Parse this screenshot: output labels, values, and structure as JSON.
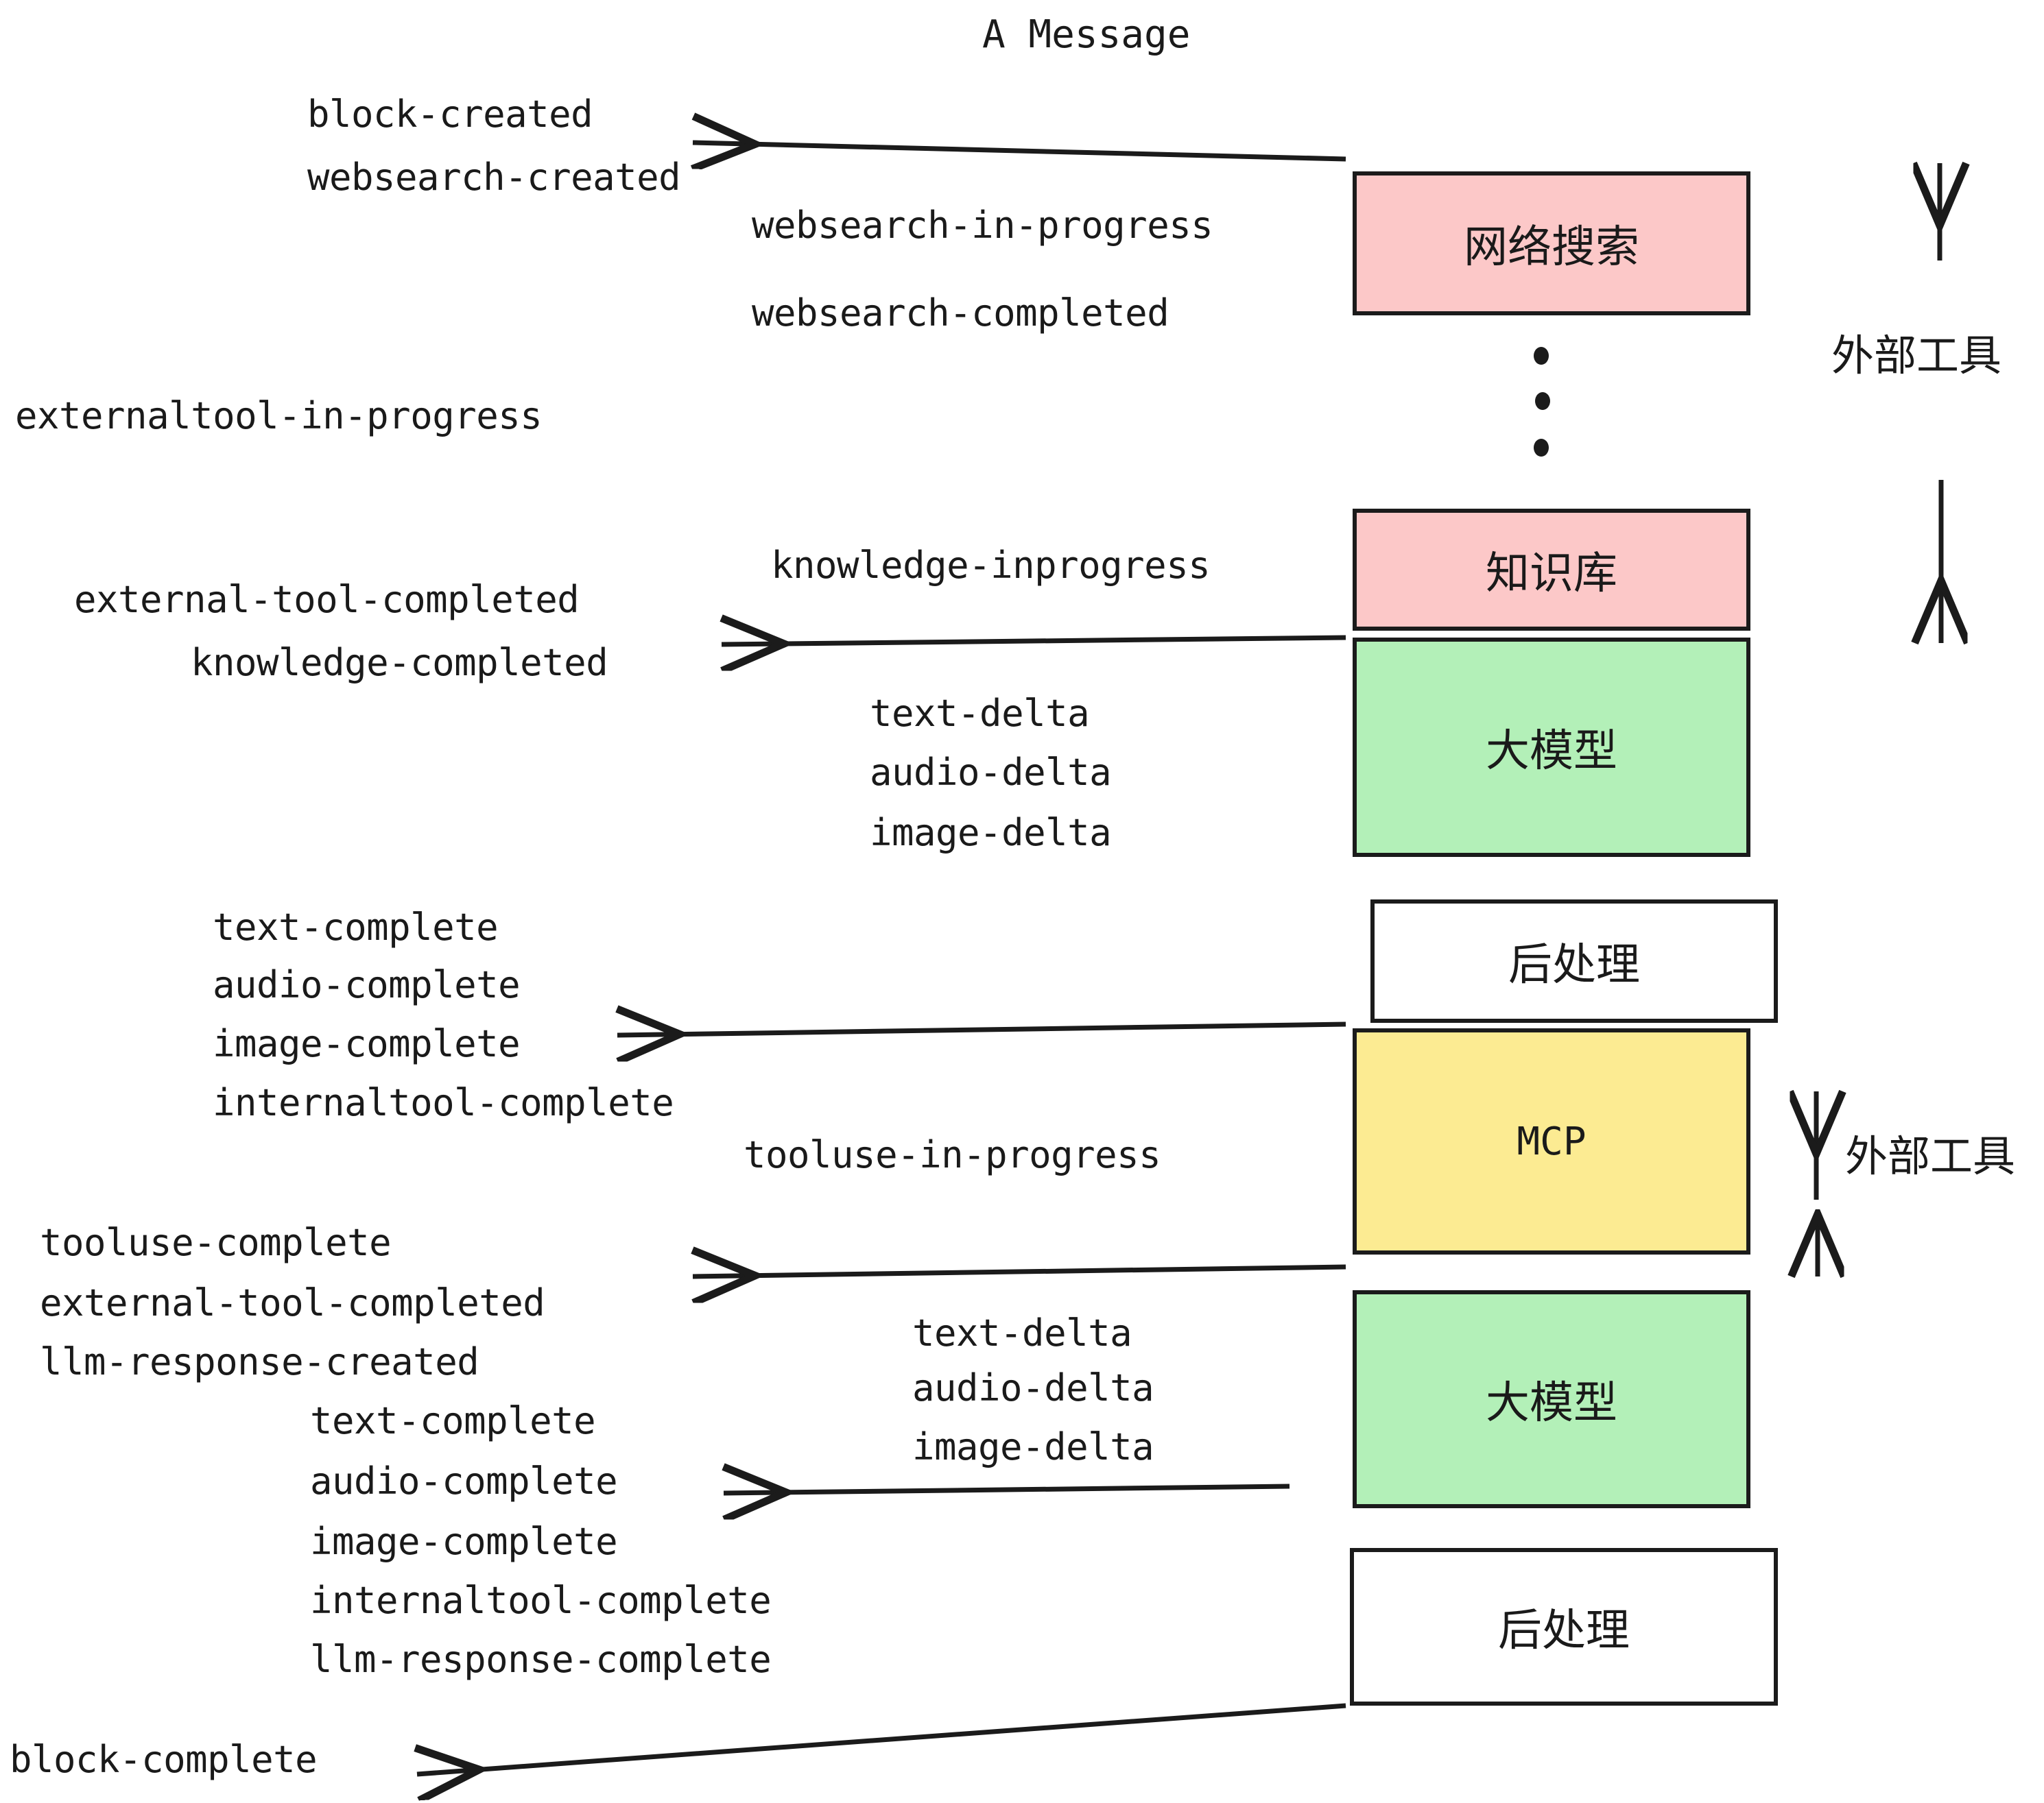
{
  "title": "A Message",
  "colors": {
    "pink": "#FCC8C8",
    "green": "#B3F0B8",
    "yellow": "#FCEB92",
    "white": "#FFFFFF",
    "stroke": "#1b1b1b",
    "text": "#1a1a1a"
  },
  "boxes": [
    {
      "label": "网络搜索",
      "fill": "pink"
    },
    {
      "label": "知识库",
      "fill": "pink"
    },
    {
      "label": "大模型",
      "fill": "green"
    },
    {
      "label": "后处理",
      "fill": "white"
    },
    {
      "label": "MCP",
      "fill": "yellow"
    },
    {
      "label": "大模型",
      "fill": "green"
    },
    {
      "label": "后处理",
      "fill": "white"
    }
  ],
  "side_labels": [
    {
      "text": "外部工具"
    },
    {
      "text": "外部工具"
    }
  ],
  "events": [
    {
      "text": "block-created"
    },
    {
      "text": "websearch-created"
    },
    {
      "text": "websearch-in-progress"
    },
    {
      "text": "websearch-completed"
    },
    {
      "text": "externaltool-in-progress"
    },
    {
      "text": "knowledge-inprogress"
    },
    {
      "text": "external-tool-completed"
    },
    {
      "text": "knowledge-completed"
    },
    {
      "text": "text-delta"
    },
    {
      "text": "audio-delta"
    },
    {
      "text": "image-delta"
    },
    {
      "text": "text-complete"
    },
    {
      "text": "audio-complete"
    },
    {
      "text": "image-complete"
    },
    {
      "text": "internaltool-complete"
    },
    {
      "text": "tooluse-in-progress"
    },
    {
      "text": "tooluse-complete"
    },
    {
      "text": "external-tool-completed"
    },
    {
      "text": "llm-response-created"
    },
    {
      "text": "text-delta"
    },
    {
      "text": "audio-delta"
    },
    {
      "text": "image-delta"
    },
    {
      "text": "text-complete"
    },
    {
      "text": "audio-complete"
    },
    {
      "text": "image-complete"
    },
    {
      "text": "internaltool-complete"
    },
    {
      "text": "llm-response-complete"
    },
    {
      "text": "block-complete"
    }
  ]
}
